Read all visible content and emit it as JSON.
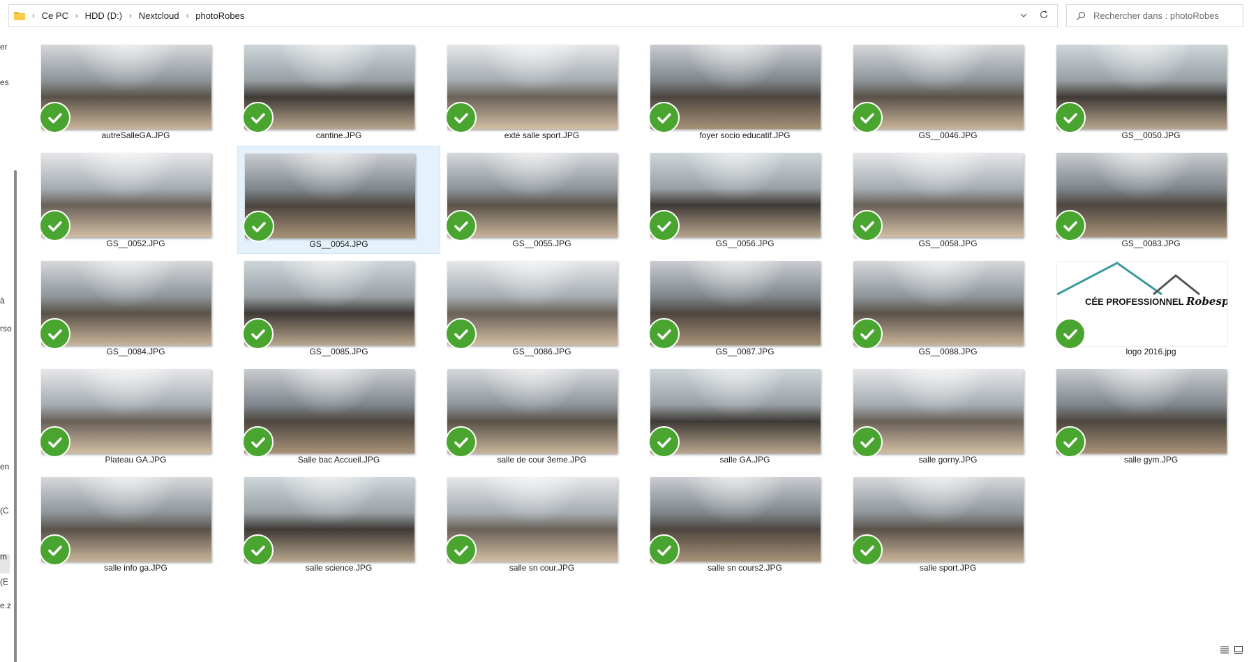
{
  "address_bar": {
    "breadcrumbs": [
      "Ce PC",
      "HDD (D:)",
      "Nextcloud",
      "photoRobes"
    ]
  },
  "search": {
    "placeholder": "Rechercher dans : photoRobes"
  },
  "sidebar_fragments": [
    "er",
    "es",
    "à",
    "rso",
    "en",
    "(C",
    "m",
    "(E",
    "e.z"
  ],
  "colors": {
    "check_green": "#49a52f",
    "selection_bg": "#e5f1fb"
  },
  "files": [
    {
      "name": "autreSalleGA.JPG",
      "synced": true,
      "selected": false
    },
    {
      "name": "cantine.JPG",
      "synced": true,
      "selected": false
    },
    {
      "name": "exté salle sport.JPG",
      "synced": true,
      "selected": false
    },
    {
      "name": "foyer socio educatif.JPG",
      "synced": true,
      "selected": false
    },
    {
      "name": "GS__0046.JPG",
      "synced": true,
      "selected": false
    },
    {
      "name": "GS__0050.JPG",
      "synced": true,
      "selected": false
    },
    {
      "name": "GS__0052.JPG",
      "synced": true,
      "selected": false
    },
    {
      "name": "GS__0054.JPG",
      "synced": true,
      "selected": true
    },
    {
      "name": "GS__0055.JPG",
      "synced": true,
      "selected": false
    },
    {
      "name": "GS__0056.JPG",
      "synced": true,
      "selected": false
    },
    {
      "name": "GS__0058.JPG",
      "synced": true,
      "selected": false
    },
    {
      "name": "GS__0083.JPG",
      "synced": true,
      "selected": false
    },
    {
      "name": "GS__0084.JPG",
      "synced": true,
      "selected": false
    },
    {
      "name": "GS__0085.JPG",
      "synced": true,
      "selected": false
    },
    {
      "name": "GS__0086.JPG",
      "synced": true,
      "selected": false
    },
    {
      "name": "GS__0087.JPG",
      "synced": true,
      "selected": false
    },
    {
      "name": "GS__0088.JPG",
      "synced": true,
      "selected": false
    },
    {
      "name": "logo 2016.jpg",
      "synced": true,
      "selected": false,
      "logo": true,
      "logo_text_left": "CÉE PROFESSIONNEL",
      "logo_text_right": "Robespierre"
    },
    {
      "name": "Plateau GA.JPG",
      "synced": true,
      "selected": false
    },
    {
      "name": "Salle bac Accueil.JPG",
      "synced": true,
      "selected": false
    },
    {
      "name": "salle de cour 3eme.JPG",
      "synced": true,
      "selected": false
    },
    {
      "name": "salle GA.JPG",
      "synced": true,
      "selected": false
    },
    {
      "name": "salle gorny.JPG",
      "synced": true,
      "selected": false
    },
    {
      "name": "salle gym.JPG",
      "synced": true,
      "selected": false
    },
    {
      "name": "salle info ga.JPG",
      "synced": true,
      "selected": false
    },
    {
      "name": "salle science.JPG",
      "synced": true,
      "selected": false
    },
    {
      "name": "salle sn cour.JPG",
      "synced": true,
      "selected": false
    },
    {
      "name": "salle sn cours2.JPG",
      "synced": true,
      "selected": false
    },
    {
      "name": "salle sport.JPG",
      "synced": true,
      "selected": false
    }
  ]
}
